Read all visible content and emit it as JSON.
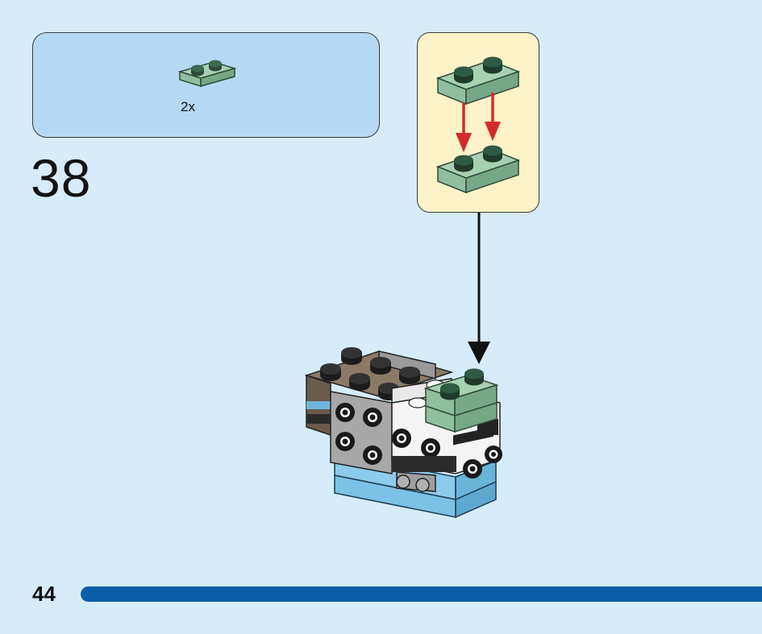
{
  "parts_list": {
    "items": [
      {
        "part": "plate-1x2-sand-green",
        "quantity": "2x",
        "color": "#8fbf9f"
      }
    ]
  },
  "step": {
    "number": "38"
  },
  "page": {
    "number": "44"
  },
  "colors": {
    "background": "#d6ecfb",
    "parts_box": "#b5d9f5",
    "callout_box": "#fdf2c8",
    "sand_green": "#8fbf9f",
    "arrow_red": "#d42a2a",
    "progress_bar": "#0a5ea8"
  }
}
